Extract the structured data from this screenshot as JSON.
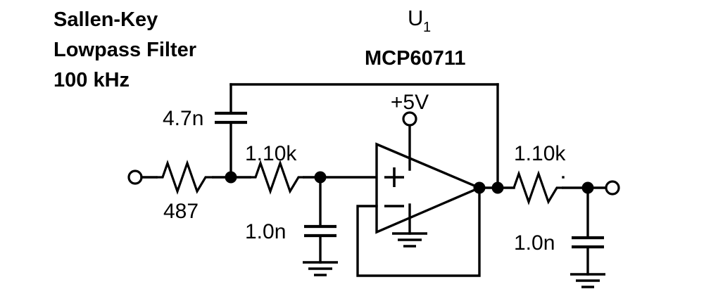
{
  "diagram": {
    "type": "schematic",
    "title_block": {
      "line1": "Sallen-Key",
      "line2": "Lowpass Filter",
      "line3": "100 kHz"
    },
    "opamp": {
      "designator": "U",
      "designator_subscript": "1",
      "part_number": "MCP60711",
      "noninverting_label": "+",
      "inverting_label": "−",
      "supply_label": "+5V"
    },
    "components": {
      "r_input": {
        "label": "487",
        "kind": "resistor"
      },
      "c_feedback": {
        "label": "4.7n",
        "kind": "capacitor"
      },
      "r_second": {
        "label": "1.10k",
        "kind": "resistor"
      },
      "c_shunt": {
        "label": "1.0n",
        "kind": "capacitor"
      },
      "r_output": {
        "label": "1.10k",
        "kind": "resistor"
      },
      "c_output": {
        "label": "1.0n",
        "kind": "capacitor"
      }
    },
    "terminals": {
      "input": "input-terminal",
      "output": "output-terminal",
      "supply": "supply-terminal"
    },
    "colors": {
      "ink": "#000000",
      "background": "#ffffff"
    }
  }
}
